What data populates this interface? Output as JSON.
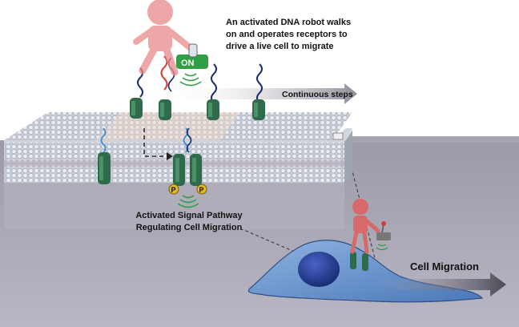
{
  "title": {
    "lines": [
      "An activated DNA robot walks",
      "on and operates receptors to",
      "drive a live cell to migrate"
    ]
  },
  "switch_label": "ON",
  "continuous_label": "Continuous steps",
  "pathway_label": {
    "lines": [
      "Activated Signal Pathway",
      "Regulating Cell Migration"
    ]
  },
  "phospho_label": "P",
  "migration_label": "Cell Migration",
  "icons": [
    "dna-robot-figure",
    "on-switch-remote",
    "signal-waves",
    "receptor",
    "dna-strand",
    "cell",
    "nucleus",
    "migration-arrow"
  ],
  "colors": {
    "robot": "#e98a8a",
    "receptor": "#2e6b4a",
    "switch": "#2f9e45",
    "dna_red": "#d63a3a",
    "dna_blue": "#3a8fd6",
    "dna_dark": "#1c2b6b",
    "membrane_grey": "#bcc3cf",
    "background_grey": "#a9a7b4",
    "cell": "#5f8fc8",
    "nucleus": "#1f3c8f",
    "phospho": "#e0b82c"
  }
}
